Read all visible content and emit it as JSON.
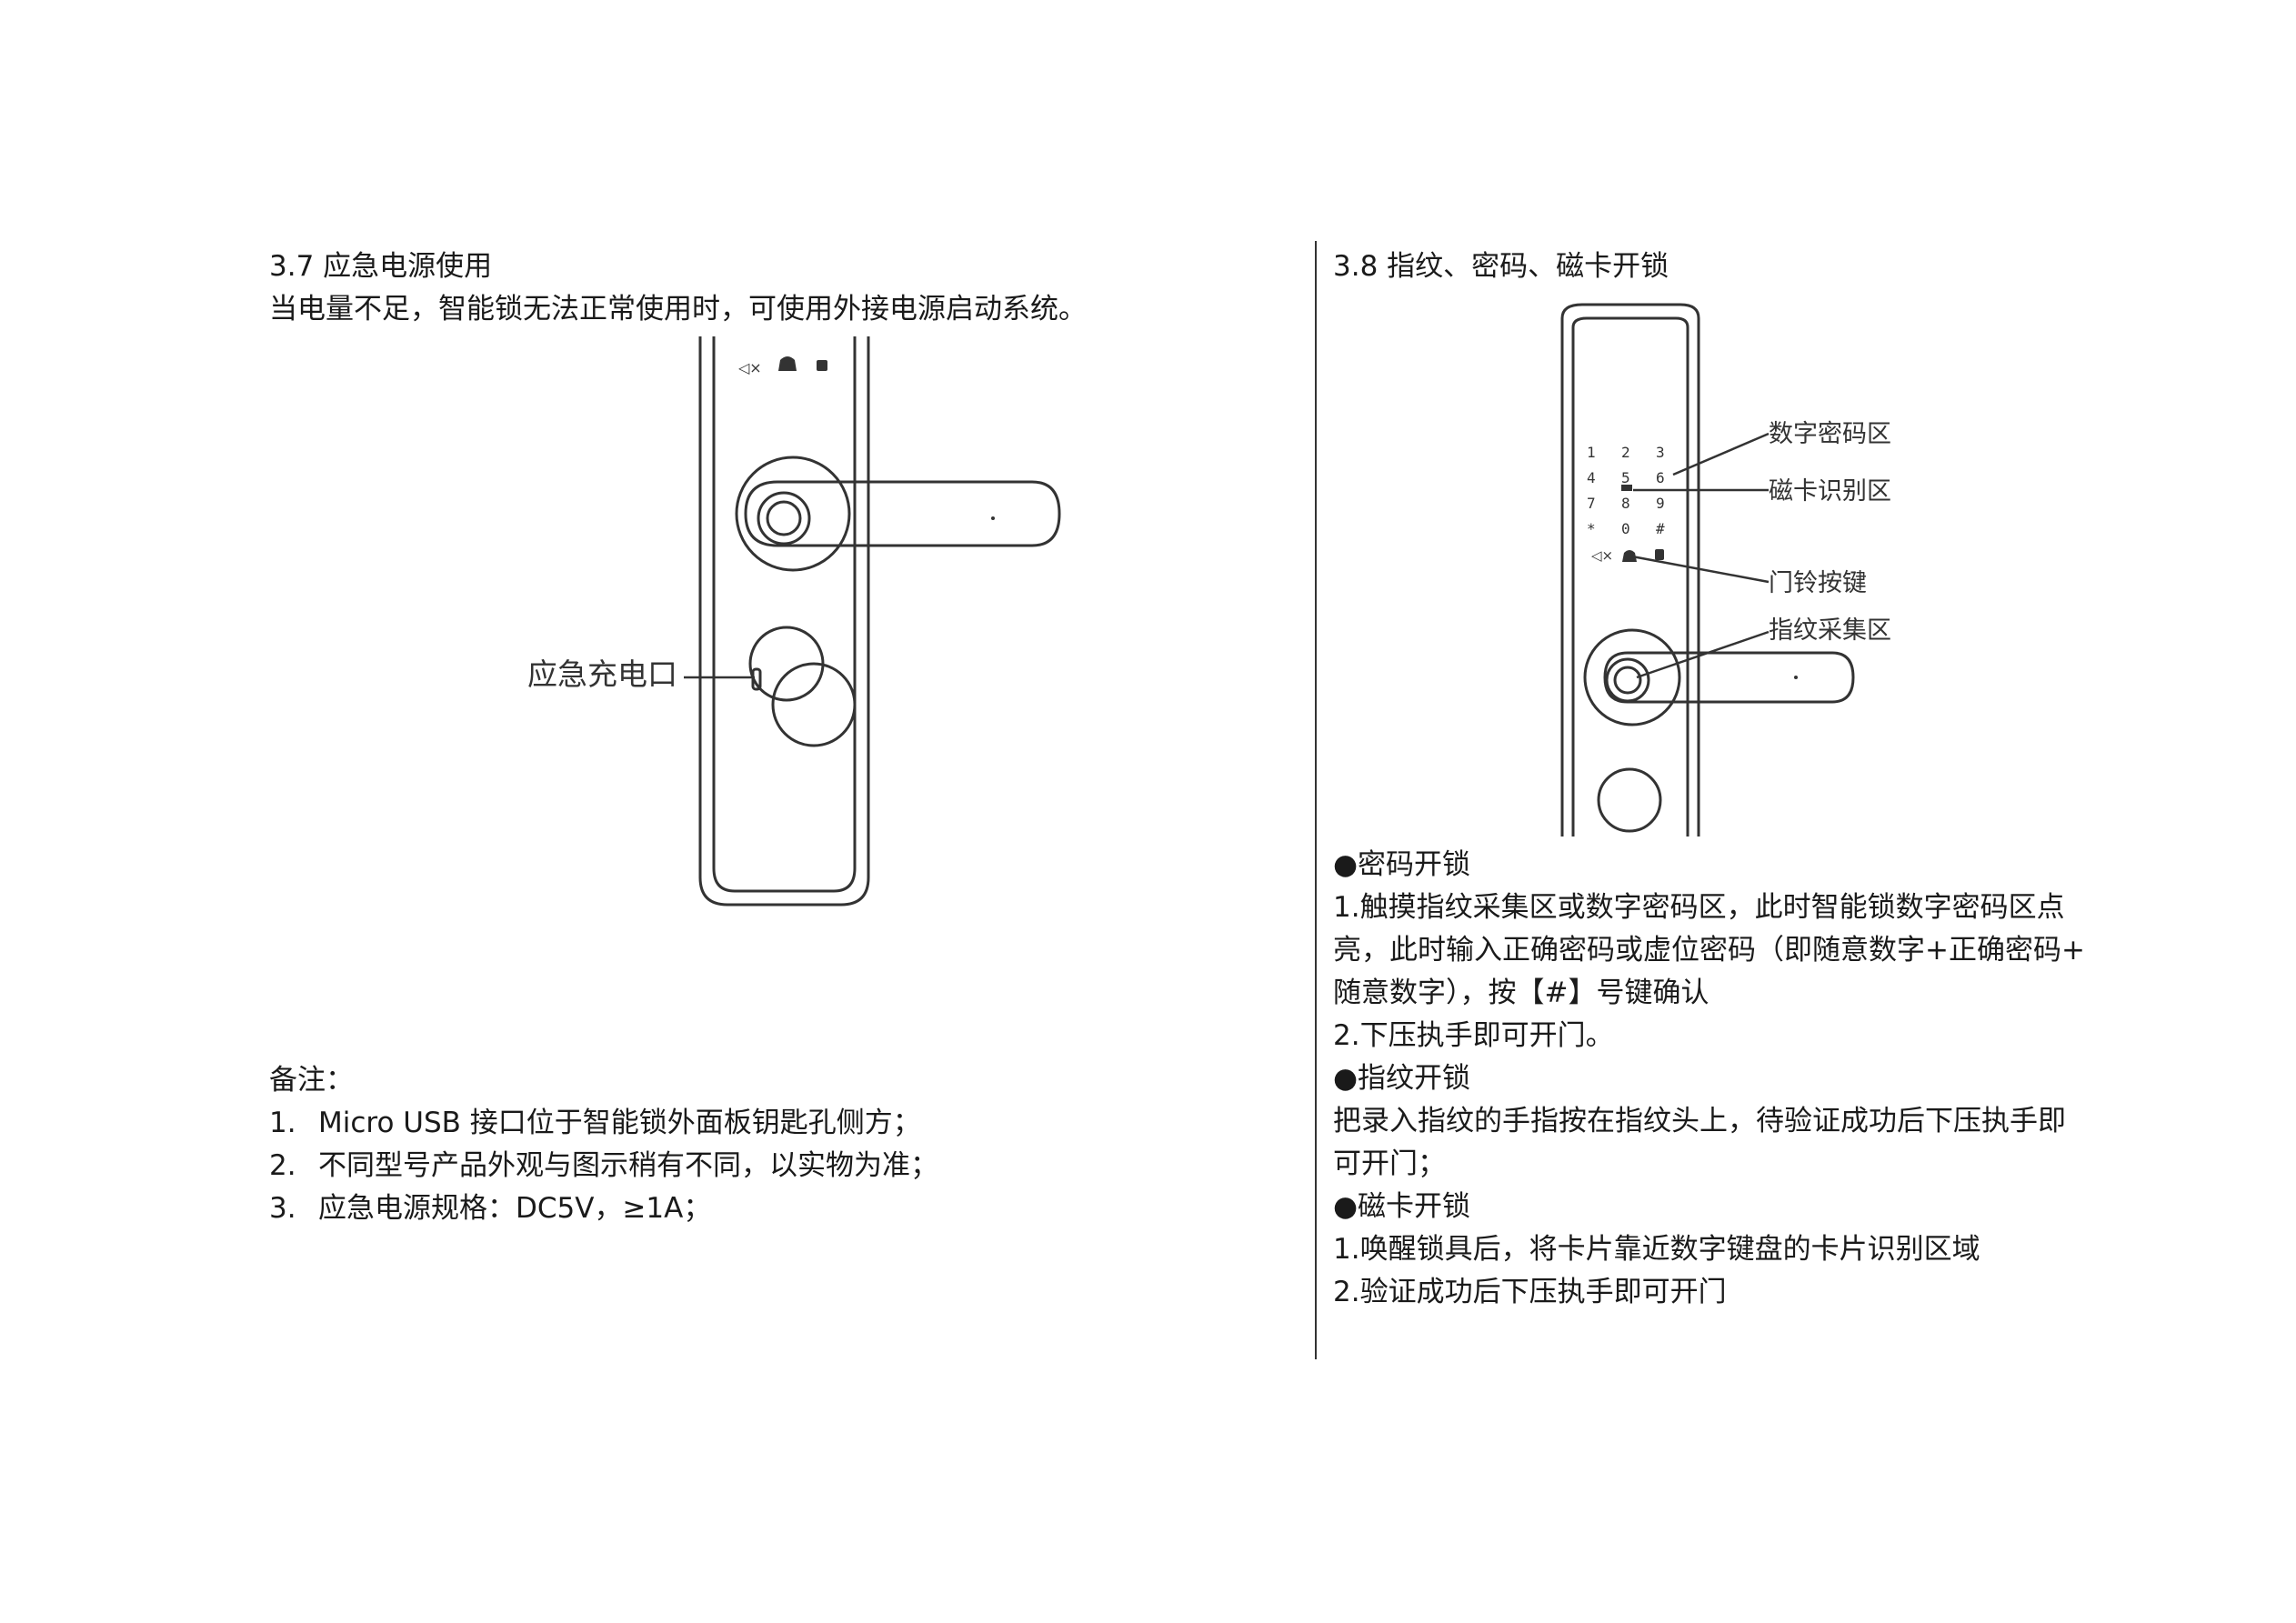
{
  "left": {
    "section_title": "3.7 应急电源使用",
    "intro": "当电量不足，智能锁无法正常使用时，可使用外接电源启动系统。",
    "diagram_label": "应急充电口",
    "notes_title": "备注：",
    "notes": [
      {
        "num": "1.",
        "text": "Micro USB 接口位于智能锁外面板钥匙孔侧方；"
      },
      {
        "num": "2.",
        "text": "不同型号产品外观与图示稍有不同，以实物为准；"
      },
      {
        "num": "3.",
        "text": "应急电源规格：DC5V，≥1A；"
      }
    ]
  },
  "right": {
    "section_title": "3.8  指纹、密码、磁卡开锁",
    "diagram": {
      "keypad_keys": [
        "1",
        "2",
        "3",
        "4",
        "5",
        "6",
        "7",
        "8",
        "9",
        "*",
        "0",
        "#"
      ],
      "callouts": [
        "数字密码区",
        "磁卡识别区",
        "门铃按键",
        "指纹采集区"
      ]
    },
    "password": {
      "heading": "●密码开锁",
      "lines": [
        "1.触摸指纹采集区或数字密码区，此时智能锁数字密码区点",
        "亮，此时输入正确密码或虚位密码（即随意数字+正确密码+",
        "随意数字），按【#】号键确认",
        "2.下压执手即可开门。"
      ]
    },
    "fingerprint": {
      "heading": "●指纹开锁",
      "lines": [
        "把录入指纹的手指按在指纹头上，待验证成功后下压执手即",
        "可开门；"
      ]
    },
    "card": {
      "heading": "●磁卡开锁",
      "lines": [
        "1.唤醒锁具后，将卡片靠近数字键盘的卡片识别区域",
        "2.验证成功后下压执手即可开门"
      ]
    }
  }
}
